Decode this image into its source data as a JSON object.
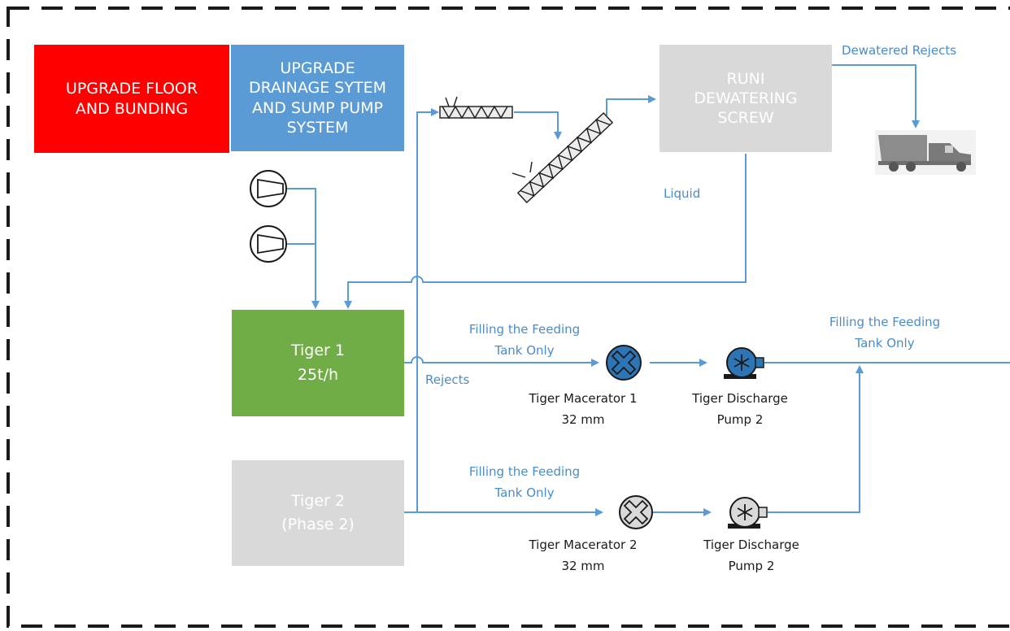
{
  "boxes": {
    "floor": {
      "lines": [
        "UPGRADE FLOOR",
        "AND BUNDING"
      ],
      "color": "#ff0000"
    },
    "drainage": {
      "lines": [
        "UPGRADE",
        "DRAINAGE SYTEM",
        "AND  SUMP PUMP",
        "SYSTEM"
      ],
      "color": "#5b9bd5"
    },
    "runi": {
      "lines": [
        "RUNI",
        "DEWATERING",
        "SCREW"
      ],
      "color": "#d9d9d9"
    },
    "tiger1": {
      "lines": [
        "Tiger 1",
        "25t/h"
      ],
      "color": "#70ad47"
    },
    "tiger2": {
      "lines": [
        "Tiger 2",
        "(Phase 2)"
      ],
      "color": "#d9d9d9"
    }
  },
  "flow_labels": {
    "dewatered_rejects": "Dewatered Rejects",
    "liquid": "Liquid",
    "rejects": "Rejects",
    "fill_1": [
      "Filling the Feeding",
      "Tank Only"
    ],
    "fill_2": [
      "Filling the Feeding",
      "Tank Only"
    ],
    "fill_3": [
      "Filling the Feeding",
      "Tank Only"
    ]
  },
  "equipment": {
    "macerator_1": {
      "lines": [
        "Tiger Macerator 1",
        "32 mm"
      ],
      "fill": "#2e75b6"
    },
    "pump_1": {
      "lines": [
        "Tiger Discharge",
        "Pump 2"
      ],
      "fill": "#2e75b6"
    },
    "macerator_2": {
      "lines": [
        "Tiger Macerator 2",
        "32 mm"
      ],
      "fill": "#d9d9d9"
    },
    "pump_2": {
      "lines": [
        "Tiger Discharge",
        "Pump 2"
      ],
      "fill": "#d9d9d9"
    }
  },
  "colors": {
    "line": "#5b9bd5",
    "frame": "#1a1a1a",
    "truck": "#8c8c8c"
  },
  "icons": [
    "compressor-icon",
    "conveyor-icon",
    "inclined-conveyor-icon",
    "dump-truck-icon",
    "macerator-icon",
    "pump-icon"
  ]
}
